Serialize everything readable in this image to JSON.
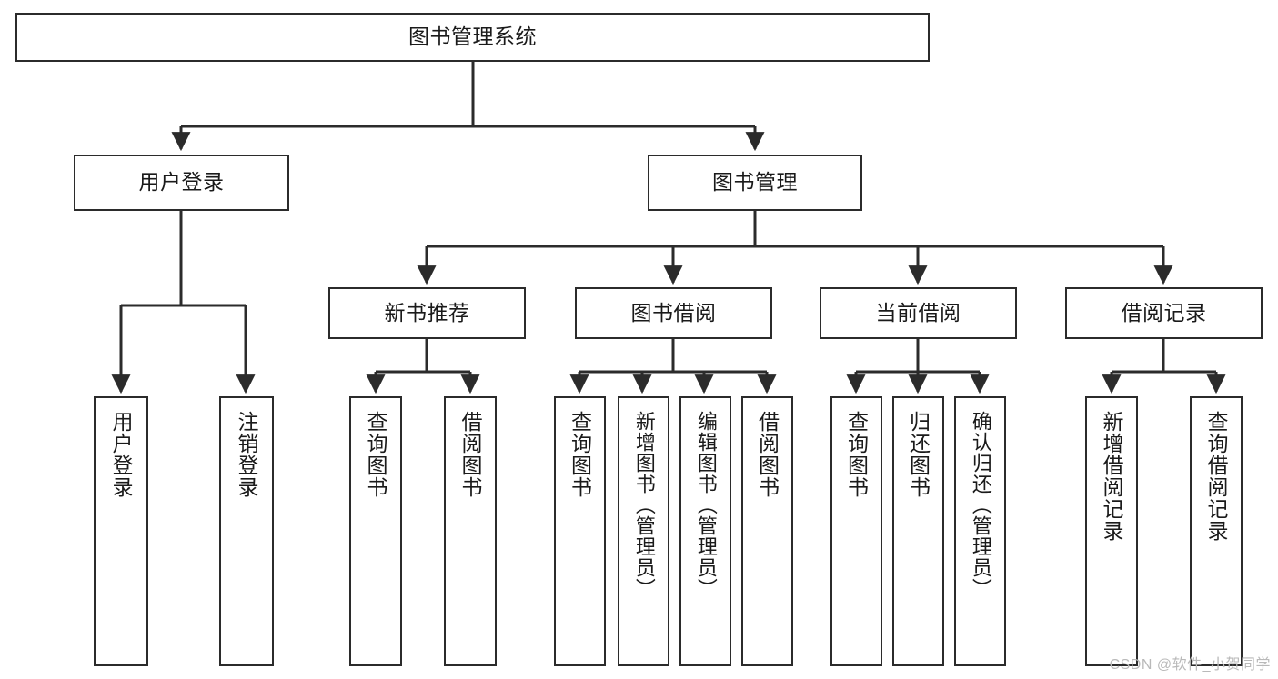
{
  "diagram": {
    "type": "tree",
    "title": "图书管理系统",
    "orientation": "top-down",
    "watermark": "CSDN @软件_小贺同学",
    "colors": {
      "box_border": "#2b2b2b",
      "box_fill": "#ffffff",
      "edge": "#2b2b2b",
      "text": "#1a1a1a",
      "watermark": "#b9b9b9",
      "background": "#ffffff"
    },
    "levels": [
      {
        "level": 1,
        "nodes": [
          {
            "id": "root",
            "label": "图书管理系统",
            "orientation": "horizontal"
          }
        ]
      },
      {
        "level": 2,
        "nodes": [
          {
            "id": "user-login",
            "label": "用户登录",
            "orientation": "horizontal",
            "parent": "root"
          },
          {
            "id": "book-manage",
            "label": "图书管理",
            "orientation": "horizontal",
            "parent": "root"
          }
        ]
      },
      {
        "level": 3,
        "nodes": [
          {
            "id": "new-book-rec",
            "label": "新书推荐",
            "orientation": "horizontal",
            "parent": "book-manage"
          },
          {
            "id": "book-borrow",
            "label": "图书借阅",
            "orientation": "horizontal",
            "parent": "book-manage"
          },
          {
            "id": "current-borrow",
            "label": "当前借阅",
            "orientation": "horizontal",
            "parent": "book-manage"
          },
          {
            "id": "borrow-record",
            "label": "借阅记录",
            "orientation": "horizontal",
            "parent": "book-manage"
          }
        ]
      },
      {
        "level": 4,
        "nodes": [
          {
            "id": "leaf-user-login",
            "label": "用户登录",
            "orientation": "vertical",
            "parent": "user-login"
          },
          {
            "id": "leaf-logout",
            "label": "注销登录",
            "orientation": "vertical",
            "parent": "user-login"
          },
          {
            "id": "leaf-query-book-1",
            "label": "查询图书",
            "orientation": "vertical",
            "parent": "new-book-rec"
          },
          {
            "id": "leaf-borrow-book-1",
            "label": "借阅图书",
            "orientation": "vertical",
            "parent": "new-book-rec"
          },
          {
            "id": "leaf-query-book-2",
            "label": "查询图书",
            "orientation": "vertical",
            "parent": "book-borrow"
          },
          {
            "id": "leaf-add-book",
            "label": "新增图书（管理员）",
            "orientation": "vertical",
            "parent": "book-borrow"
          },
          {
            "id": "leaf-edit-book",
            "label": "编辑图书（管理员）",
            "orientation": "vertical",
            "parent": "book-borrow"
          },
          {
            "id": "leaf-borrow-book-2",
            "label": "借阅图书",
            "orientation": "vertical",
            "parent": "book-borrow"
          },
          {
            "id": "leaf-query-book-3",
            "label": "查询图书",
            "orientation": "vertical",
            "parent": "current-borrow"
          },
          {
            "id": "leaf-return-book",
            "label": "归还图书",
            "orientation": "vertical",
            "parent": "current-borrow"
          },
          {
            "id": "leaf-confirm-return",
            "label": "确认归还（管理员）",
            "orientation": "vertical",
            "parent": "current-borrow"
          },
          {
            "id": "leaf-add-record",
            "label": "新增借阅记录",
            "orientation": "vertical",
            "parent": "borrow-record"
          },
          {
            "id": "leaf-query-record",
            "label": "查询借阅记录",
            "orientation": "vertical",
            "parent": "borrow-record"
          }
        ]
      }
    ]
  }
}
